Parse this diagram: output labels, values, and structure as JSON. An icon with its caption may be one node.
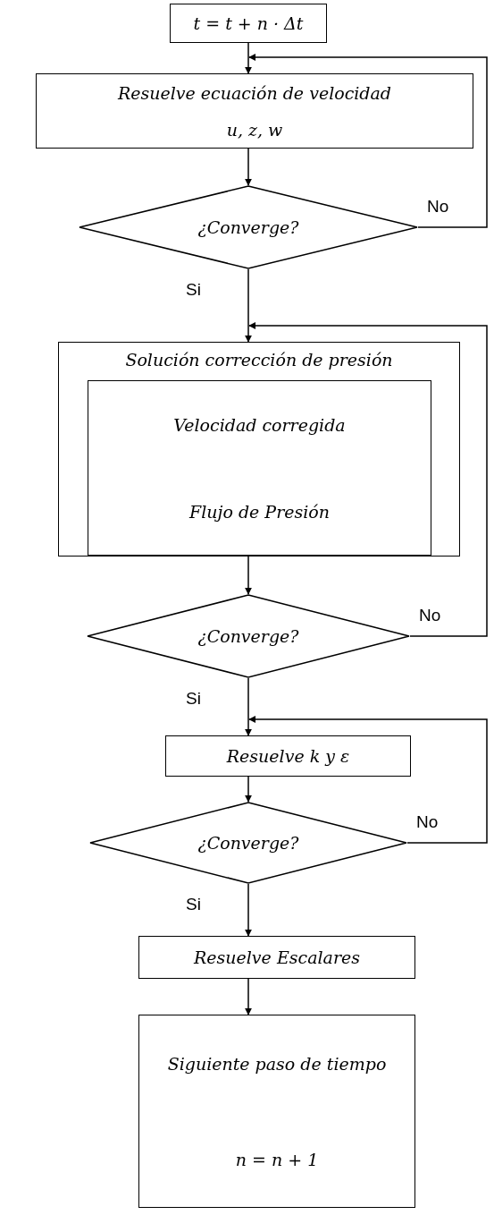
{
  "diagram": {
    "nodes": [
      {
        "text": [
          "t = t + n · Δt"
        ]
      },
      {
        "text": [
          "Resuelve ecuación de velocidad",
          "u, z, w"
        ]
      },
      {
        "text": [
          "¿Converge?"
        ]
      },
      {
        "text": [
          "Solución corrección de presión"
        ]
      },
      {
        "text": [
          "Velocidad corregida",
          "Flujo de Presión"
        ],
        "in": 3
      },
      {
        "text": [
          "¿Converge?"
        ]
      },
      {
        "text": [
          "Resuelve k y ε"
        ]
      },
      {
        "text": [
          "¿Converge?"
        ]
      },
      {
        "text": [
          "Resuelve Escalares"
        ]
      },
      {
        "text": [
          "Siguiente paso de tiempo",
          "n = n + 1"
        ]
      }
    ],
    "edges": [
      {
        "from": 0,
        "to": 1,
        "arrow": "to"
      },
      {
        "from": 1,
        "to": 2,
        "arrow": "to"
      },
      {
        "from": 2,
        "to": 3,
        "arrow": "to",
        "label": "Si"
      },
      {
        "from": 2,
        "to": 1,
        "arrow": "to",
        "label": "No"
      },
      {
        "from": 3,
        "to": 5,
        "arrow": "to"
      },
      {
        "from": 5,
        "to": 6,
        "arrow": "to",
        "label": "Si"
      },
      {
        "from": 5,
        "to": 3,
        "arrow": "to",
        "label": "No"
      },
      {
        "from": 6,
        "to": 7,
        "arrow": "to"
      },
      {
        "from": 7,
        "to": 8,
        "arrow": "to",
        "label": "Si"
      },
      {
        "from": 7,
        "to": 6,
        "arrow": "to",
        "label": "No"
      },
      {
        "from": 8,
        "to": 9,
        "arrow": "to"
      }
    ]
  }
}
